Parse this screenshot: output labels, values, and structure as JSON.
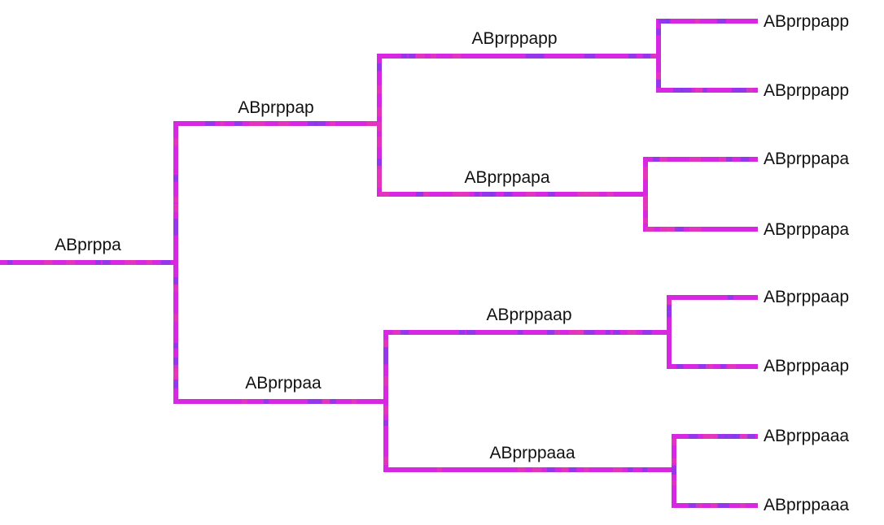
{
  "colors": {
    "background": "#ffffff",
    "branch_primary": "#d628e0",
    "branch_accent_pink": "#e83ab0",
    "branch_accent_blue": "#7a3cf0",
    "label_text": "#111111"
  },
  "tree": {
    "root": {
      "label": "ABprppa"
    },
    "internal": [
      {
        "id": "p",
        "label": "ABprppap"
      },
      {
        "id": "a",
        "label": "ABprppaa"
      },
      {
        "id": "pp",
        "label": "ABprppapp"
      },
      {
        "id": "pa",
        "label": "ABprppapa"
      },
      {
        "id": "ap",
        "label": "ABprppaap"
      },
      {
        "id": "aa",
        "label": "ABprppaaa"
      }
    ],
    "leaves": [
      {
        "label": "ABprppapp"
      },
      {
        "label": "ABprppapp"
      },
      {
        "label": "ABprppapa"
      },
      {
        "label": "ABprppapa"
      },
      {
        "label": "ABprppaap"
      },
      {
        "label": "ABprppaap"
      },
      {
        "label": "ABprppaaa"
      },
      {
        "label": "ABprppaaa"
      }
    ]
  }
}
